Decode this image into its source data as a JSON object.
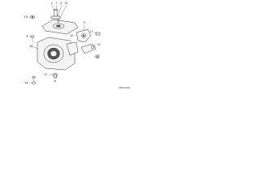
{
  "callouts": {
    "c1": "1",
    "c2": "7",
    "c3": "5",
    "c4": "12",
    "c5": "15",
    "c6": "3",
    "c7": "9",
    "c8": "11",
    "c9": "18",
    "c10": "13",
    "c11": "8",
    "c12": "14",
    "c13": "17",
    "c14": "6",
    "c15": "10"
  },
  "reference_number": "00000000"
}
